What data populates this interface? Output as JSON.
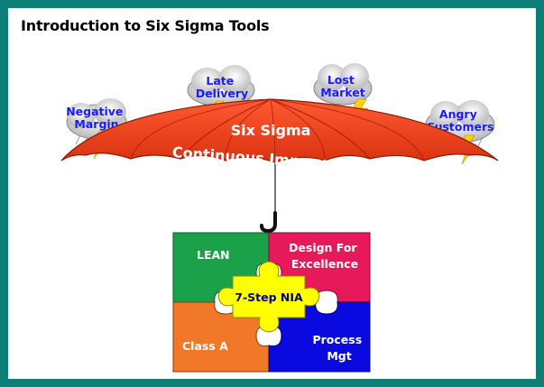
{
  "title": "Introduction to Six Sigma Tools",
  "umbrella": {
    "line1": "Six Sigma",
    "line2": "Continuous Improvement"
  },
  "clouds": [
    {
      "id": "negative-margin",
      "lines": [
        "Negative",
        "Margin"
      ]
    },
    {
      "id": "late-delivery",
      "lines": [
        "Late",
        "Delivery"
      ]
    },
    {
      "id": "lost-market",
      "lines": [
        "Lost",
        "Market"
      ]
    },
    {
      "id": "angry-customers",
      "lines": [
        "Angry",
        "Customers"
      ]
    }
  ],
  "puzzle": {
    "top_left": "LEAN",
    "top_right": [
      "Design For",
      "Excellence"
    ],
    "center": "7-Step NIA",
    "bottom_left": "Class A",
    "bottom_right": [
      "Process",
      "Mgt"
    ]
  },
  "colors": {
    "frame": "#0e7f78",
    "umbrella": "#e8401c",
    "cloud_text": "#1a1aff",
    "lean": "#1aa14a",
    "dfe": "#e8195a",
    "nia": "#ffff00",
    "class_a": "#f07828",
    "process": "#0a0ae0"
  }
}
